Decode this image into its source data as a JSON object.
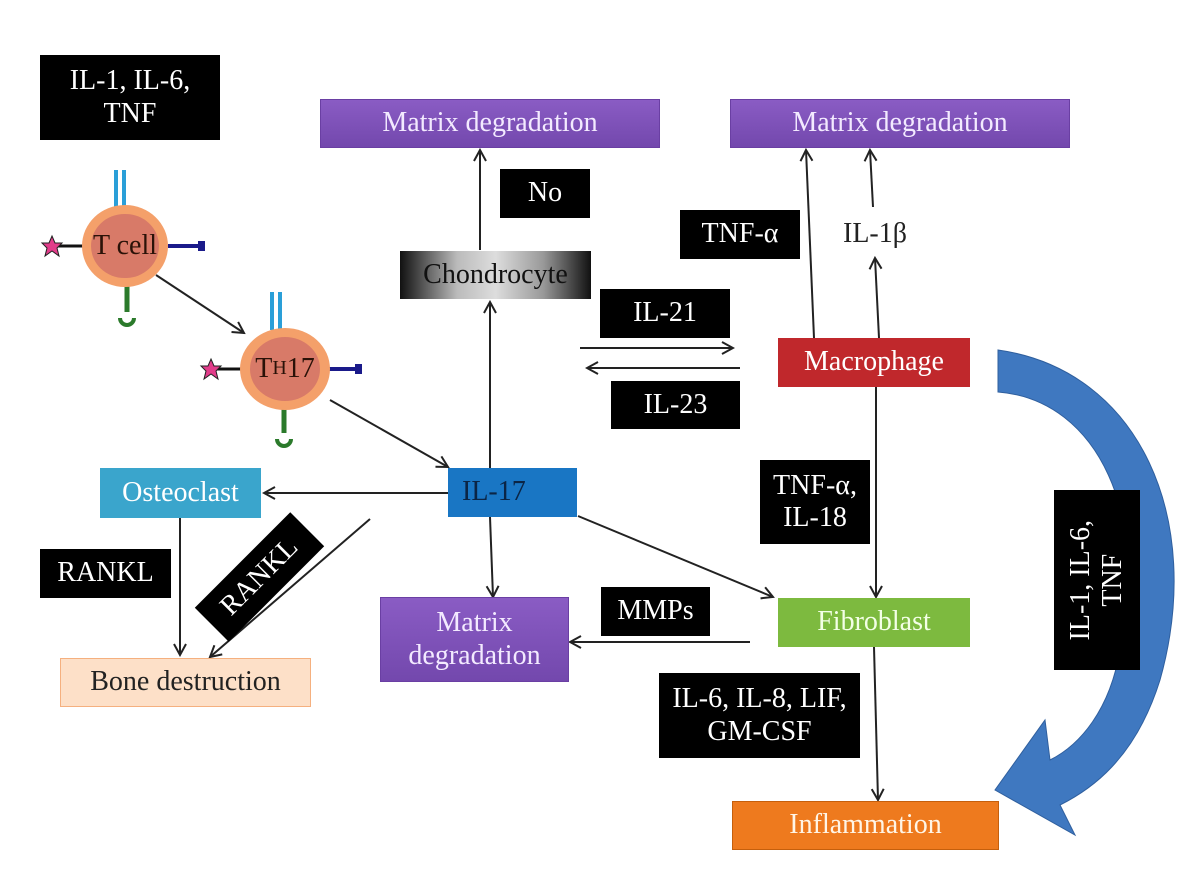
{
  "nodes": {
    "t_cell": "T cell",
    "th17_main": "T",
    "th17_sub": "H",
    "th17_num": "17",
    "il17": "IL-17",
    "chondrocyte": "Chondrocyte",
    "macrophage": "Macrophage",
    "osteoclast": "Osteoclast",
    "fibroblast": "Fibroblast",
    "bone_destruction": "Bone destruction",
    "inflammation": "Inflammation",
    "matrix_top_left": "Matrix degradation",
    "matrix_top_right": "Matrix degradation",
    "matrix_bottom_line1": "Matrix",
    "matrix_bottom_line2": "degradation"
  },
  "labels": {
    "cytokines_top_left_line1": "IL-1, IL-6,",
    "cytokines_top_left_line2": "TNF",
    "no": "No",
    "tnf_alpha": "TNF-α",
    "il1_beta": "IL-1β",
    "il21": "IL-21",
    "il23": "IL-23",
    "tnf_il18_line1": "TNF-α,",
    "tnf_il18_line2": "IL-18",
    "rankl_left": "RANKL",
    "rankl_diagonal": "RANKL",
    "mmps": "MMPs",
    "fibro_cytokines_line1": "IL-6, IL-8, LIF,",
    "fibro_cytokines_line2": "GM-CSF",
    "curved_arrow_line1": "IL-1, IL-6,",
    "curved_arrow_line2": "TNF"
  },
  "colors": {
    "purple": "#7f52b8",
    "macrophage_red": "#c0282c",
    "il17_blue": "#1976c4",
    "osteoclast_cyan": "#3aa5cc",
    "fibroblast_green": "#7dba3f",
    "bone_peach": "#fde0c8",
    "inflammation_orange": "#ee7a1e",
    "curved_arrow_blue": "#3f78c0"
  }
}
